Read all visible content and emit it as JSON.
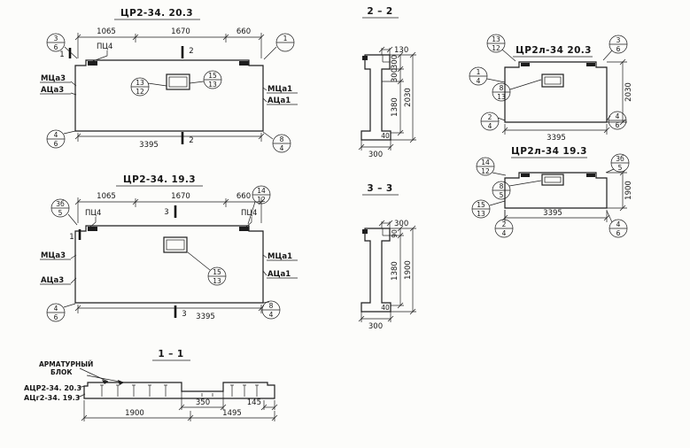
{
  "sheet": {
    "background": "#fcfcfa",
    "ink": "#1d1d1d"
  },
  "d1": {
    "title": "ЦР2-34. 20.3",
    "dim_a": "1065",
    "dim_b": "1670",
    "dim_c": "660",
    "dim_total": "3395",
    "pc4": "ПЦ4",
    "section_mark": "2",
    "cut_mark": "1",
    "label_left_1": "МЦа3",
    "label_left_2": "АЦа3",
    "label_right_1": "МЦа1",
    "label_right_2": "АЦа1",
    "co_tl_top": "3",
    "co_tl_bot": "6",
    "co_tr_top": "1",
    "co_tr_bot": "",
    "co_w1_top": "13",
    "co_w1_bot": "12",
    "co_w2_top": "15",
    "co_w2_bot": "13",
    "co_bl_top": "4",
    "co_bl_bot": "6",
    "co_br_top": "8",
    "co_br_bot": "4"
  },
  "d2": {
    "title": "ЦР2-34. 19.3",
    "dim_a": "1065",
    "dim_b": "1670",
    "dim_c": "660",
    "dim_total": "3395",
    "pc4_left": "ПЦ4",
    "pc4_right": "ПЦ4",
    "section_mark": "3",
    "cut_mark": "1",
    "label_left_1": "МЦа3",
    "label_left_2": "АЦа3",
    "label_right_1": "МЦа1",
    "label_right_2": "АЦа1",
    "co_tl_top": "3б",
    "co_tl_bot": "5",
    "co_tr_top": "14",
    "co_tr_bot": "12",
    "co_w_top": "15",
    "co_w_bot": "13",
    "co_bl_top": "4",
    "co_bl_bot": "6",
    "co_br_top": "8",
    "co_br_bot": "4"
  },
  "s22": {
    "title": "2 – 2",
    "dim_130": "130",
    "dim_300a": "300",
    "dim_300b": "300",
    "dim_1380": "1380",
    "dim_2030": "2030",
    "dim_300_bottom": "300",
    "dim_40": "40"
  },
  "s33": {
    "title": "3 – 3",
    "dim_300_top": "300",
    "dim_90": "90",
    "dim_1380": "1380",
    "dim_1900": "1900",
    "dim_300_bottom": "300",
    "dim_40": "40"
  },
  "s11": {
    "title": "1 – 1",
    "note_1": "АРМАТУРНЫЙ",
    "note_2": "БЛОК",
    "ref_1": "АЦР2-34. 20.3",
    "ref_2": "АЦг2-34. 19.3",
    "dim_1900": "1900",
    "dim_350": "350",
    "dim_1495": "1495",
    "dim_145": "145"
  },
  "d3": {
    "title": "ЦР2л-34 20.3",
    "dim_total": "3395",
    "dim_height": "2030",
    "co_t1_top": "13",
    "co_t1_bot": "12",
    "co_t2_top": "3",
    "co_t2_bot": "6",
    "co_l1_top": "1",
    "co_l1_bot": "4",
    "co_l2_top": "8",
    "co_l2_bot": "13",
    "co_bl_top": "2",
    "co_bl_bot": "4",
    "co_br_top": "4",
    "co_br_bot": "6"
  },
  "d4": {
    "title": "ЦР2л-34 19.3",
    "dim_total": "3395",
    "dim_height": "1900",
    "co_t1_top": "14",
    "co_t1_bot": "12",
    "co_t2_top": "3б",
    "co_t2_bot": "5",
    "co_w_top": "8",
    "co_w_bot": "5",
    "co_l_top": "15",
    "co_l_bot": "13",
    "co_bl_top": "2",
    "co_bl_bot": "4",
    "co_br_top": "4",
    "co_br_bot": "6"
  }
}
